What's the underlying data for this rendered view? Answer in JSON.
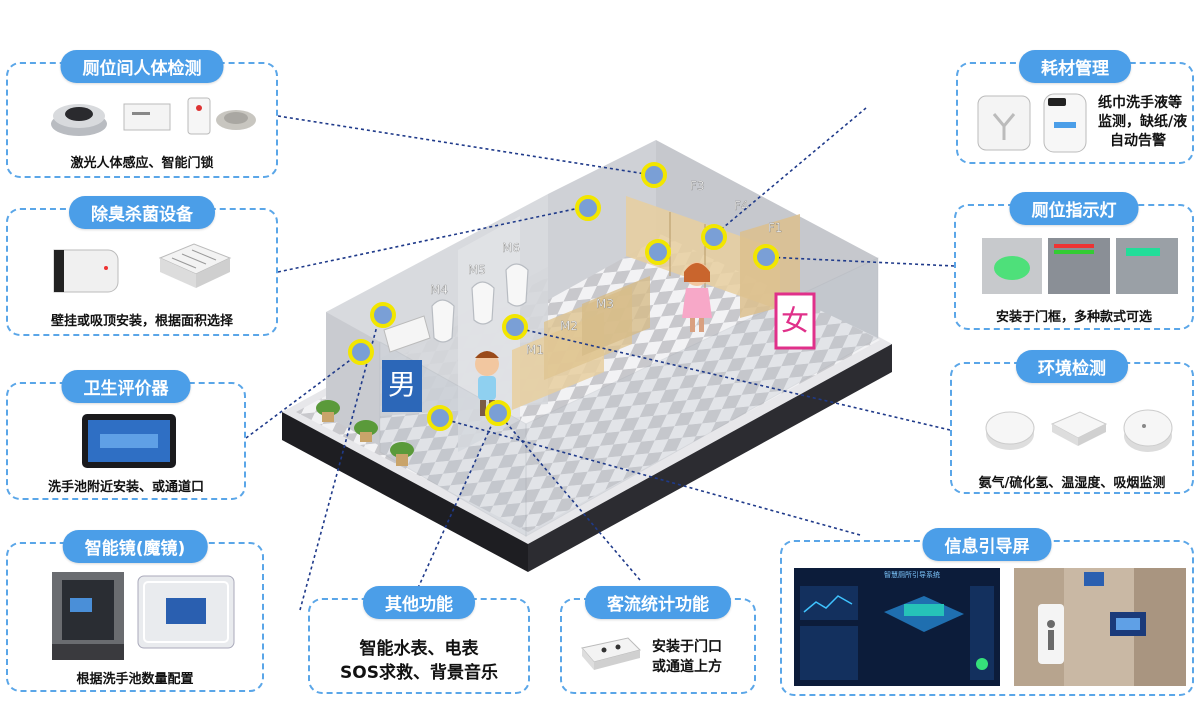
{
  "cards": {
    "human": {
      "title": "厕位间人体检测",
      "caption": "激光人体感应、智能门锁"
    },
    "deodor": {
      "title": "除臭杀菌设备",
      "caption": "壁挂或吸顶安装，根据面积选择"
    },
    "hygiene": {
      "title": "卫生评价器",
      "caption": "洗手池附近安装、或通道口"
    },
    "mirror": {
      "title": "智能镜(魔镜)",
      "caption": "根据洗手池数量配置"
    },
    "other": {
      "title": "其他功能",
      "line1": "智能水表、电表",
      "line2": "SOS求救、背景音乐"
    },
    "flow": {
      "title": "客流统计功能",
      "line1": "安装于门口",
      "line2": "或通道上方"
    },
    "consumable": {
      "title": "耗材管理",
      "line1": "纸巾洗手液等",
      "line2": "监测，缺纸/液",
      "line3": "自动告警"
    },
    "indicator": {
      "title": "厕位指示灯",
      "caption": "安装于门框，多种款式可选"
    },
    "env": {
      "title": "环境检测",
      "caption": "氨气/硫化氢、温湿度、吸烟监测"
    },
    "screen": {
      "title": "信息引导屏",
      "screen_title": "智慧厕所引导系统"
    }
  },
  "scene": {
    "labels": {
      "m4": "M4",
      "m5": "M5",
      "m6": "M6",
      "m1": "M1",
      "m2": "M2",
      "m3": "M3",
      "f1": "F1",
      "f3": "F3",
      "f4": "F4"
    },
    "male_sign": "男",
    "female_sign": "女"
  },
  "colors": {
    "accent": "#4b9ee8",
    "dash": "#5aa6e8",
    "line": "#1f3a8a",
    "ring": "#f2e600",
    "ring_fill": "#7a9fd6"
  }
}
